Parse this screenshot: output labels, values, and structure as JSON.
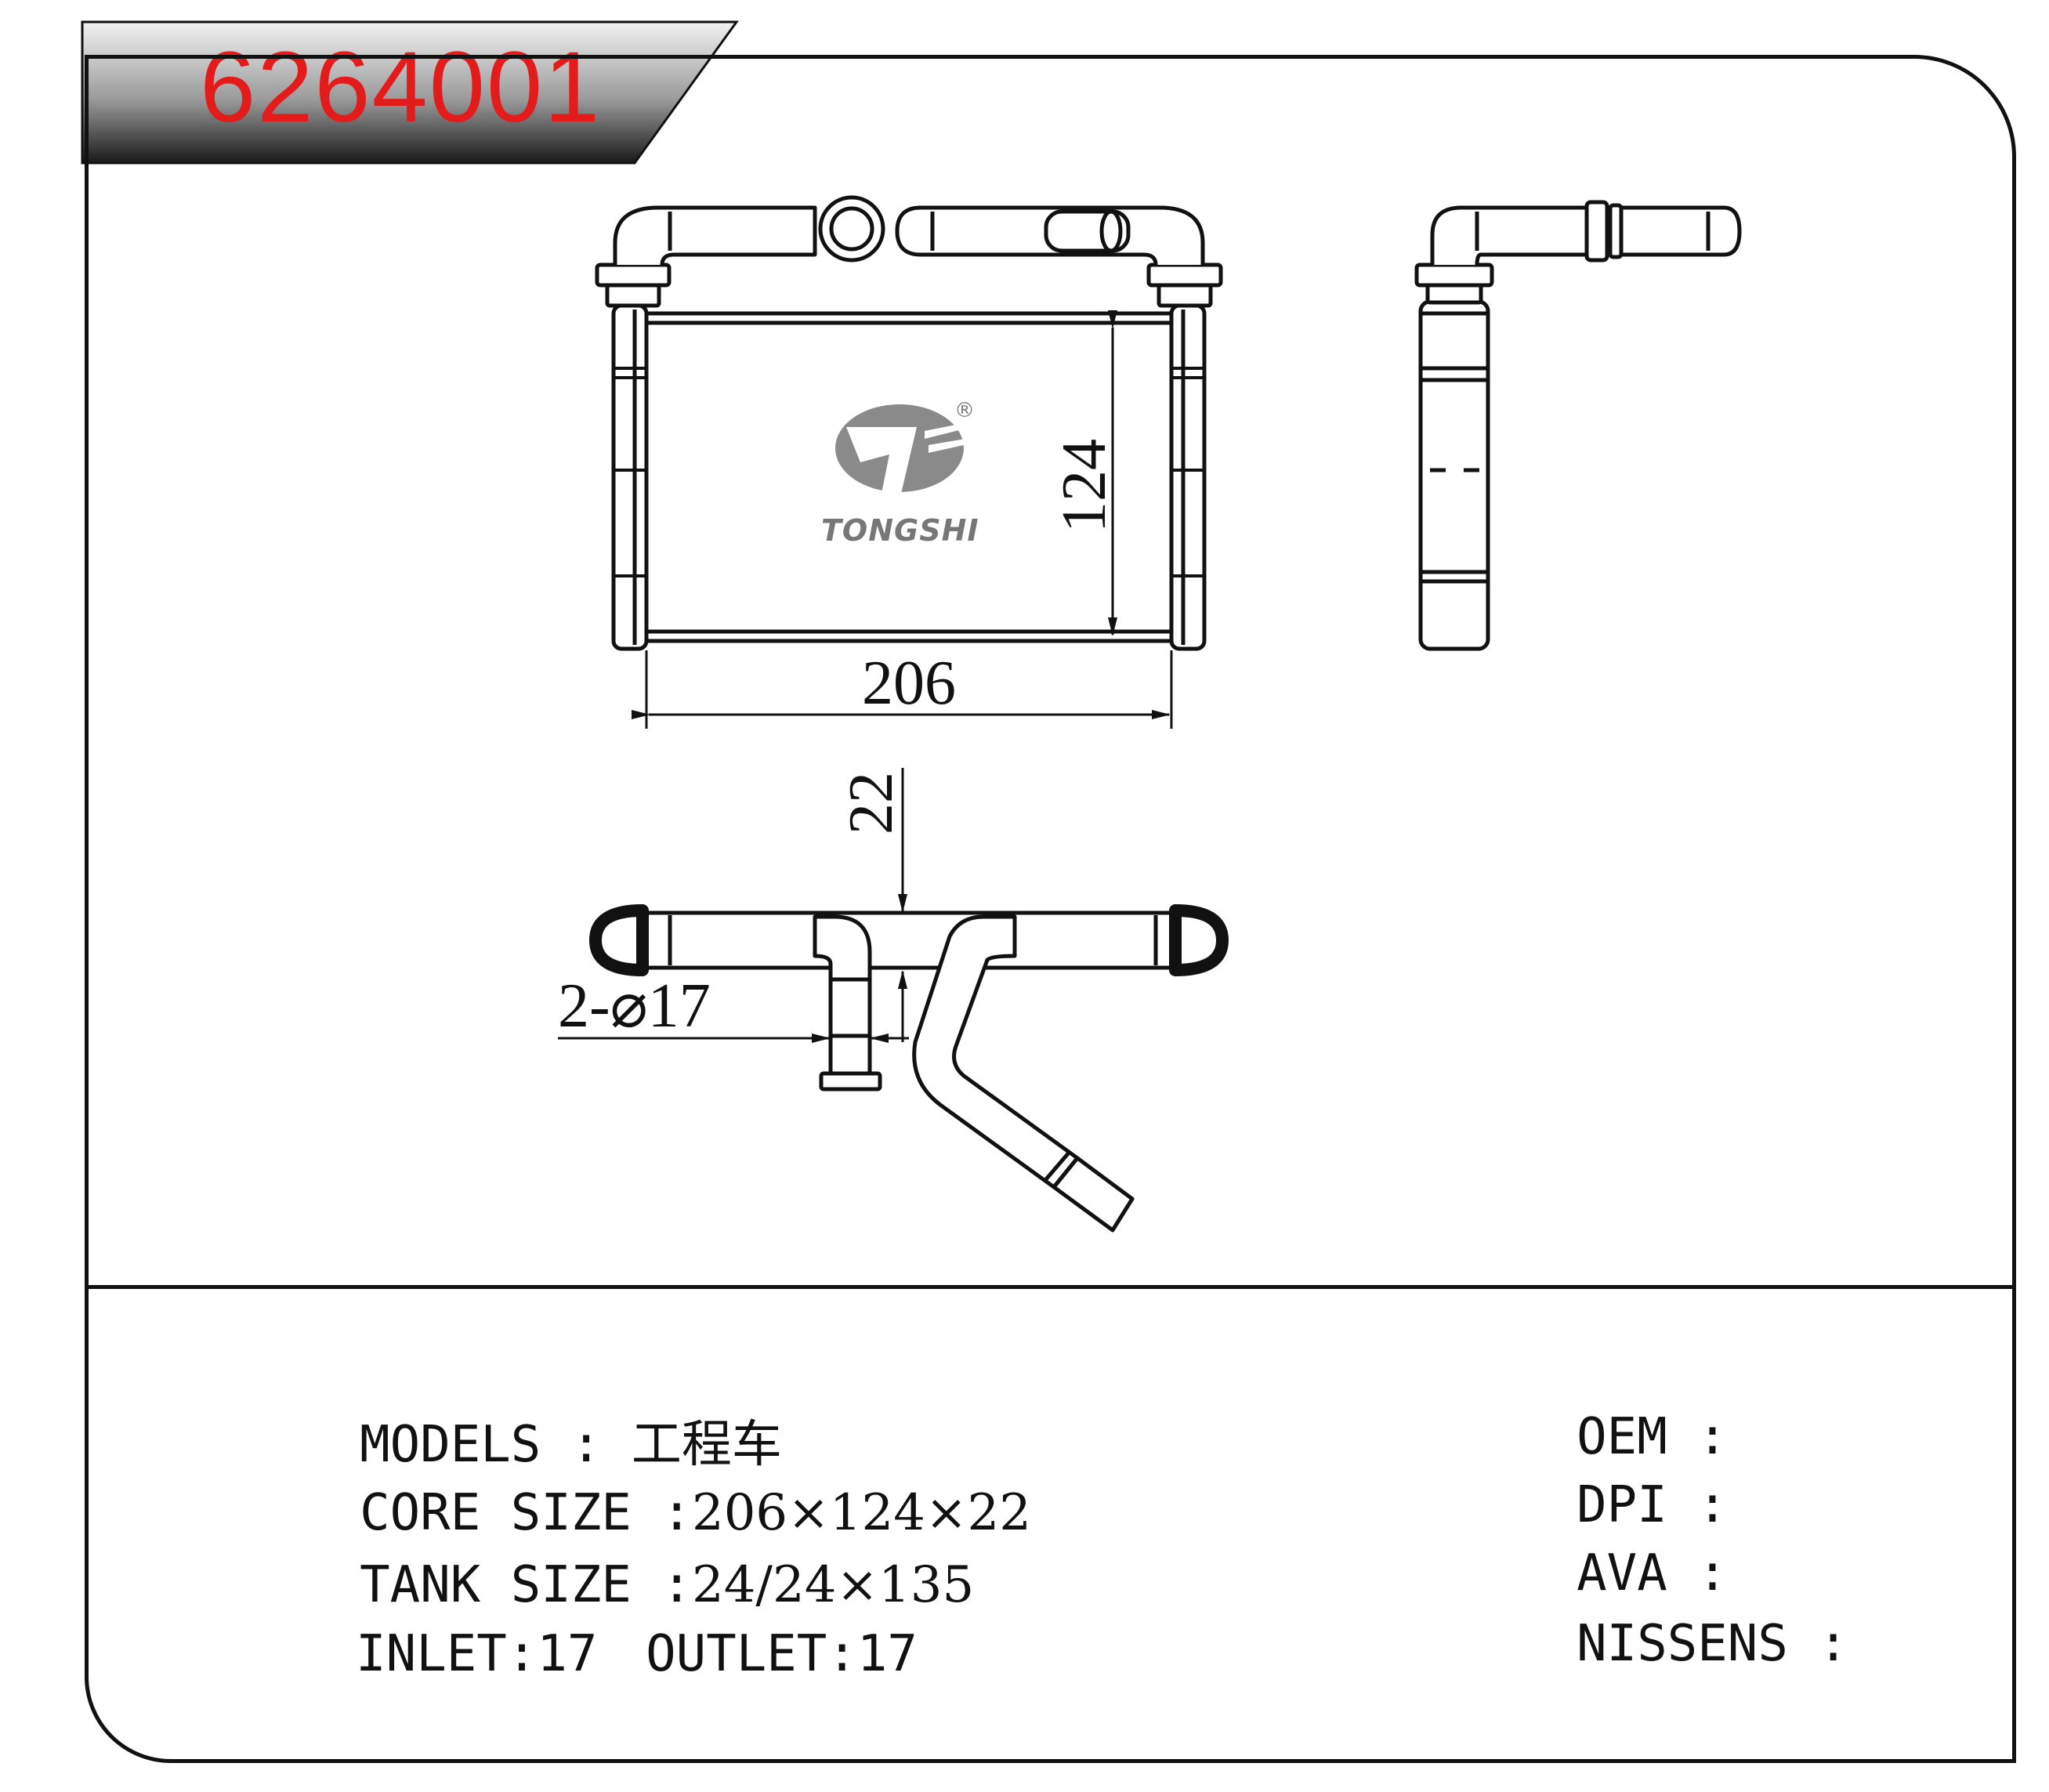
{
  "part_number": "6264001",
  "brand": {
    "name": "TONGSHI",
    "registered_mark": "®"
  },
  "dimensions": {
    "width": "206",
    "height": "124",
    "depth": "22",
    "pipe_callout": "2-⌀17"
  },
  "specs": {
    "models_label": "MODELS",
    "models_sep": " : ",
    "models_value": "工程车",
    "core_label": "CORE SIZE",
    "core_sep": " :",
    "core_value": "206×124×22",
    "tank_label": "TANK SIZE",
    "tank_sep": " :",
    "tank_value": "24/24×135",
    "inlet_label": "INLET:",
    "inlet_value": "17",
    "outlet_label": "OUTLET:",
    "outlet_value": "17"
  },
  "references": {
    "oem_label": "OEM",
    "oem_sep": " :",
    "dpi_label": "DPI",
    "dpi_sep": " :",
    "ava_label": "AVA",
    "ava_sep": " :",
    "nissens_label": "NISSENS",
    "nissens_sep": " :"
  },
  "colors": {
    "part_number": "#e41b1b",
    "line": "#111111",
    "logo_gray": "#8a8a8a"
  }
}
